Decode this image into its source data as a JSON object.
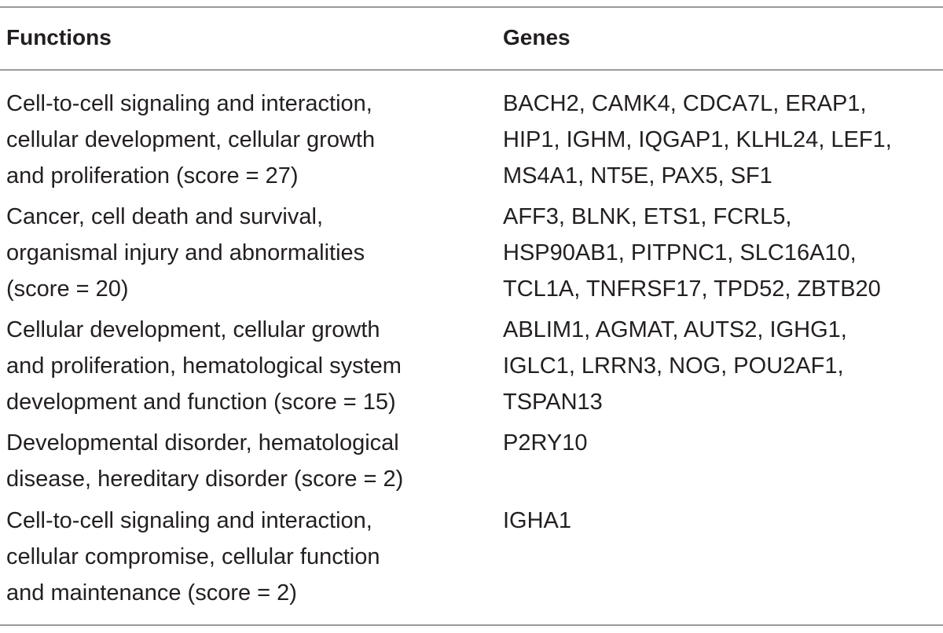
{
  "table": {
    "headers": {
      "functions": "Functions",
      "genes": "Genes"
    },
    "rows": [
      {
        "functions": "Cell-to-cell signaling and interaction,\ncellular development, cellular growth\nand proliferation (score = 27)",
        "genes": "BACH2, CAMK4, CDCA7L, ERAP1,\nHIP1, IGHM, IQGAP1, KLHL24, LEF1,\nMS4A1, NT5E, PAX5, SF1"
      },
      {
        "functions": "Cancer, cell death and survival,\norganismal injury and abnormalities\n(score = 20)",
        "genes": "AFF3, BLNK, ETS1, FCRL5,\nHSP90AB1, PITPNC1, SLC16A10,\nTCL1A, TNFRSF17, TPD52, ZBTB20"
      },
      {
        "functions": "Cellular development, cellular growth\nand proliferation, hematological system\ndevelopment and function (score = 15)",
        "genes": "ABLIM1, AGMAT, AUTS2, IGHG1,\nIGLC1, LRRN3, NOG, POU2AF1,\nTSPAN13"
      },
      {
        "functions": "Developmental disorder, hematological\ndisease, hereditary disorder (score = 2)",
        "genes": "P2RY10"
      },
      {
        "functions": "Cell-to-cell signaling and interaction,\ncellular compromise, cellular function\nand maintenance (score = 2)",
        "genes": "IGHA1"
      }
    ]
  }
}
